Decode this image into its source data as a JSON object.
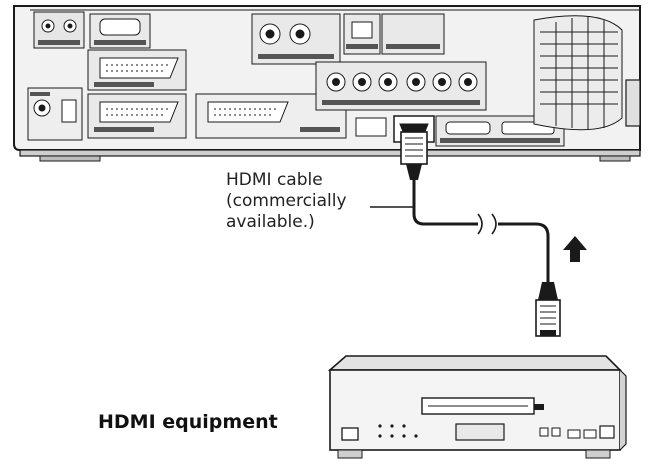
{
  "cable_label": {
    "line1": "HDMI cable",
    "line2": "(commercially",
    "line3": "available.)"
  },
  "equipment_label": "HDMI equipment",
  "connection_direction": "up",
  "colors": {
    "line": "#1a1a1a",
    "panel_fill": "#f2f2f2",
    "panel_shade": "#d9d9d9",
    "background": "#ffffff"
  }
}
